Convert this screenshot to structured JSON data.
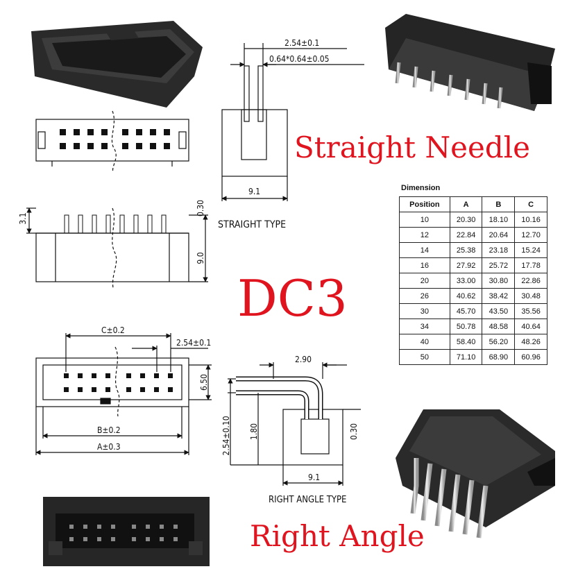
{
  "labels": {
    "straight_needle": "Straight Needle",
    "model": "DC3",
    "right_angle": "Right Angle",
    "straight_type": "STRAIGHT TYPE",
    "right_angle_type": "RIGHT ANGLE TYPE"
  },
  "dimensions": {
    "pitch": "2.54±0.1",
    "pin_size": "0.64*0.64±0.05",
    "width_91": "9.1",
    "height_31": "3.1",
    "height_030": "0.30",
    "height_90": "9.0",
    "c_tol": "C±0.2",
    "pitch_b": "2.54±0.1",
    "width_650": "6.50",
    "b_tol": "B±0.2",
    "a_tol": "A±0.3",
    "ra_290": "2.90",
    "ra_254": "2.54±0.10",
    "ra_180": "1.80",
    "ra_030": "0.30",
    "ra_91": "9.1"
  },
  "table": {
    "title": "Dimension",
    "headers": [
      "Position",
      "A",
      "B",
      "C"
    ],
    "rows": [
      [
        "10",
        "20.30",
        "18.10",
        "10.16"
      ],
      [
        "12",
        "22.84",
        "20.64",
        "12.70"
      ],
      [
        "14",
        "25.38",
        "23.18",
        "15.24"
      ],
      [
        "16",
        "27.92",
        "25.72",
        "17.78"
      ],
      [
        "20",
        "33.00",
        "30.80",
        "22.86"
      ],
      [
        "26",
        "40.62",
        "38.42",
        "30.48"
      ],
      [
        "30",
        "45.70",
        "43.50",
        "35.56"
      ],
      [
        "34",
        "50.78",
        "48.58",
        "40.64"
      ],
      [
        "40",
        "58.40",
        "56.20",
        "48.26"
      ],
      [
        "50",
        "71.10",
        "68.90",
        "60.96"
      ]
    ]
  },
  "colors": {
    "accent_text": "#e0141e",
    "connector_body": "#222222",
    "pin_metal": "#c8c8c8"
  }
}
